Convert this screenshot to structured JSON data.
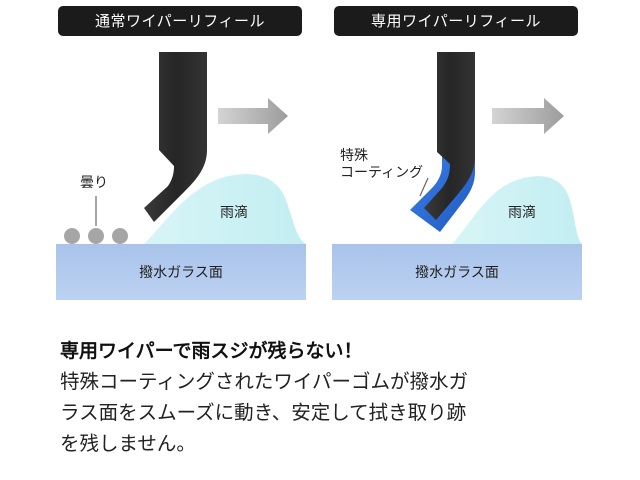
{
  "panels": {
    "left": {
      "title": "通常ワイパーリフィール",
      "fog_label": "曇り",
      "rain_label": "雨滴",
      "glass_label": "撥水ガラス面"
    },
    "right": {
      "title": "専用ワイパーリフィール",
      "coating_label_line1": "特殊",
      "coating_label_line2": "コーティング",
      "rain_label": "雨滴",
      "glass_label": "撥水ガラス面"
    }
  },
  "colors": {
    "glass": "#aac4ec",
    "rain": "#c9f0f3",
    "blade": "#2a2a2a",
    "coating": "#2f6fd6",
    "arrow": "#a8a8a8",
    "fog_drops": "#a6a6a6",
    "title_bar": "#1b1b1b"
  },
  "caption": {
    "headline": "専用ワイパーで雨スジが残らない！",
    "body_line1": "特殊コーティングされたワイパーゴムが撥水ガ",
    "body_line2": "ラス面をスムーズに動き、安定して拭き取り跡",
    "body_line3": "を残しません。"
  }
}
